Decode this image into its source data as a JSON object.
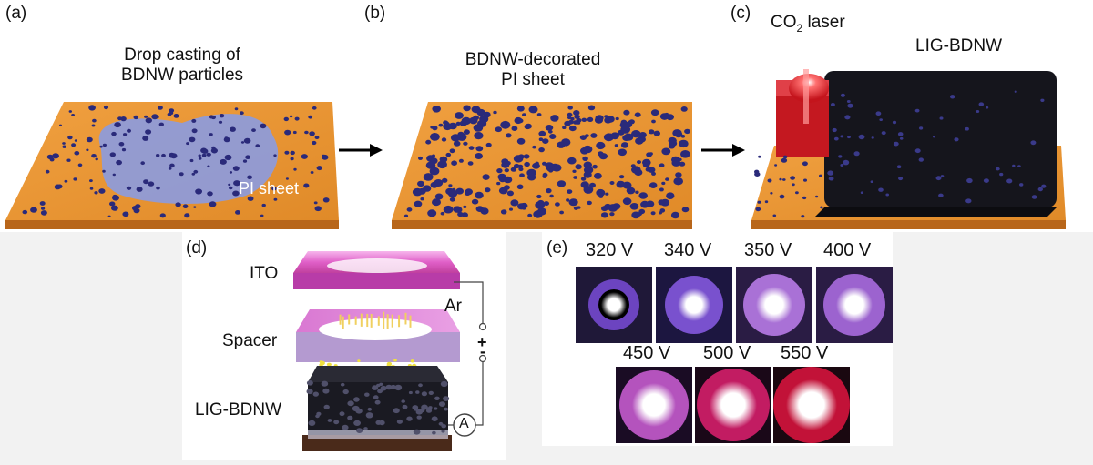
{
  "panels": {
    "a": {
      "tag": "(a)",
      "caption_line1": "Drop casting of",
      "caption_line2": "BDNW particles",
      "sheet_label": "PI sheet"
    },
    "b": {
      "tag": "(b)",
      "caption_line1": "BDNW-decorated",
      "caption_line2": "PI sheet"
    },
    "c": {
      "tag": "(c)",
      "laser_prefix": "CO",
      "laser_sub": "2",
      "laser_suffix": " laser",
      "block_label": "LIG-BDNW"
    },
    "d": {
      "tag": "(d)",
      "ito_label": "ITO",
      "gas_label": "Ar",
      "spacer_label": "Spacer",
      "lig_label": "LIG-BDNW",
      "plus_sign": "+",
      "minus_sign": "-",
      "ammeter_label": "A"
    },
    "e": {
      "tag": "(e)",
      "voltages_row1": [
        "320 V",
        "340 V",
        "350 V",
        "400 V"
      ],
      "voltages_row2": [
        "450 V",
        "500 V",
        "550 V"
      ]
    }
  },
  "colors": {
    "pi_sheet": "#e8922e",
    "particle": "#2a2a7a",
    "droplet": "#8f9bd8",
    "lig_black": "#15151c",
    "laser_red": "#e8202a",
    "ito_pink": "#e070c8",
    "spacer_pink": "#e48ae0"
  }
}
